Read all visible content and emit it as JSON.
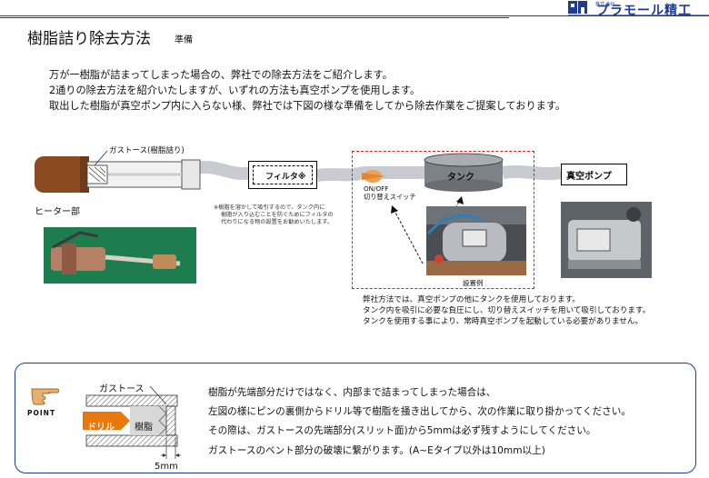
{
  "header": {
    "company_small": "株式\n会社",
    "company_name": "プラモール精工",
    "title": "樹脂詰り除去方法",
    "subtitle": "準備"
  },
  "intro": [
    "万が一樹脂が詰まってしまった場合の、弊社での除去方法をご紹介します。",
    "2通りの除去方法を紹介いたしますが、いずれの方法も真空ポンプを使用します。",
    "取出した樹脂が真空ポンプ内に入らない様、弊社では下図の様な準備をしてから除去作業をご提案しております。"
  ],
  "diagram": {
    "gas_torso_label": "ガストース(樹脂詰り)",
    "heater_label": "ヒーター部",
    "filter_label": "フィルタ※",
    "filter_note": [
      "※樹脂を溶かして吸引するので、タンク内に",
      "樹脂が入り込むことを防ぐためにフィルタの",
      "代わりになる物の設置をお勧めいたします。"
    ],
    "switch_label": [
      "ON/OFF",
      "切り替えスイッチ"
    ],
    "tank_label": "タンク",
    "pump_label": "真空ポンプ",
    "install_example_label": "設置例",
    "description": [
      "弊社方法では、真空ポンプの他にタンクを使用しております。",
      "タンク内を吸引に必要な負圧にし、切り替えスイッチを用いて吸引しております。",
      "タンクを使用する事により、常時真空ポンプを起動している必要がありません。"
    ]
  },
  "point": {
    "label": "POINT",
    "gas_torso_label": "ガストース",
    "drill_label": "ドリル",
    "resin_label": "樹脂",
    "dimension_label": "5mm",
    "text": [
      "樹脂が先端部分だけではなく、内部まで詰まってしまった場合は、",
      "左図の様にピンの裏側からドリル等で樹脂を掻き出してから、次の作業に取り掛かってください。",
      "その際は、ガストースの先端部分(スリット面)から5mmは必ず残すようにしてください。",
      "ガストースのベント部分の破壊に繋がります。(A~Eタイプ以外は10mm以上)"
    ]
  },
  "colors": {
    "brand_blue": "#1f3a93",
    "dashed_red": "#e02020",
    "drill_orange": "#e8780c",
    "heater_brown": "#8b4a20"
  }
}
